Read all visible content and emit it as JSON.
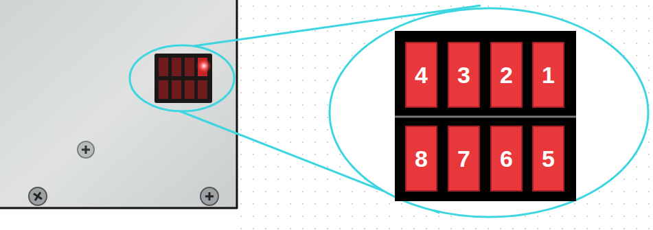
{
  "diagram": {
    "nodes": [
      {
        "text": [
          "4"
        ]
      },
      {
        "text": [
          "3"
        ]
      },
      {
        "text": [
          "2"
        ]
      },
      {
        "text": [
          "1"
        ]
      },
      {
        "text": [
          "8"
        ]
      },
      {
        "text": [
          "7"
        ]
      },
      {
        "text": [
          "6"
        ]
      },
      {
        "text": [
          "5"
        ]
      }
    ]
  }
}
